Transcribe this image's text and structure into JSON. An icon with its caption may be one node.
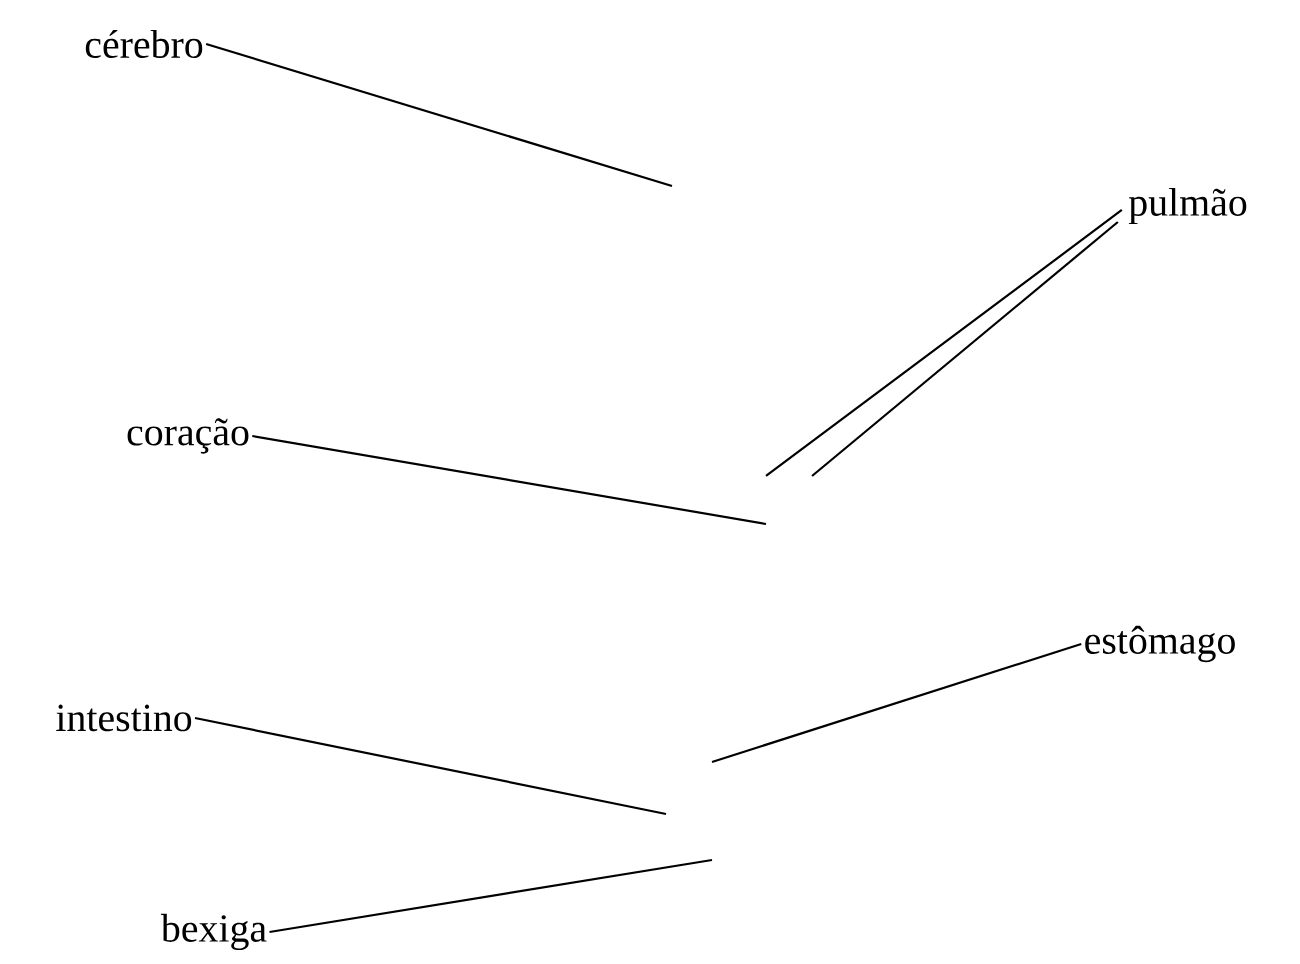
{
  "diagram": {
    "nodes": [
      {
        "text": [
          "cérebro"
        ]
      },
      {
        "text": [
          "pulmão"
        ]
      },
      {
        "text": [
          "coração"
        ]
      },
      {
        "text": [
          "estômago"
        ]
      },
      {
        "text": [
          "intestino"
        ]
      },
      {
        "text": [
          "bexiga"
        ]
      }
    ],
    "edges": [
      {
        "from": 0,
        "to": null,
        "arrow": "none"
      },
      {
        "from": 1,
        "to": null,
        "arrow": "none"
      },
      {
        "from": 1,
        "to": null,
        "arrow": "none"
      },
      {
        "from": 2,
        "to": null,
        "arrow": "none"
      },
      {
        "from": 3,
        "to": null,
        "arrow": "none"
      },
      {
        "from": 4,
        "to": null,
        "arrow": "none"
      },
      {
        "from": 5,
        "to": null,
        "arrow": "none"
      }
    ]
  }
}
